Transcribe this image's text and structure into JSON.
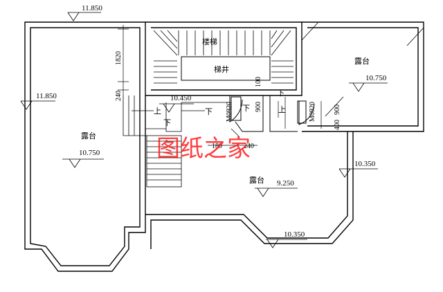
{
  "elevations": {
    "top_left": "11.850",
    "left_side": "11.850",
    "left_terrace": "10.750",
    "right_terrace": "10.750",
    "middle_terrace": "9.250",
    "right_side": "10.350",
    "bottom_bay": "10.350",
    "landing": "10.450"
  },
  "rooms": {
    "stair": "楼梯",
    "stairwell": "梯井",
    "left_terrace": "露台",
    "right_terrace": "露台",
    "middle_terrace": "露台"
  },
  "dimensions": {
    "d1820": "1820",
    "d240_left": "240",
    "d100": "100",
    "d900_mid": "900",
    "d900_right": "900",
    "d400": "400",
    "d180": "180",
    "d240_bottom": "240"
  },
  "door_tags": {
    "door_left": "M0920",
    "door_right": "M0920"
  },
  "arrows": {
    "up_1": "上",
    "up_2": "上",
    "down_1": "下",
    "down_2": "下",
    "down_3": "下"
  },
  "watermark": "图纸之家"
}
